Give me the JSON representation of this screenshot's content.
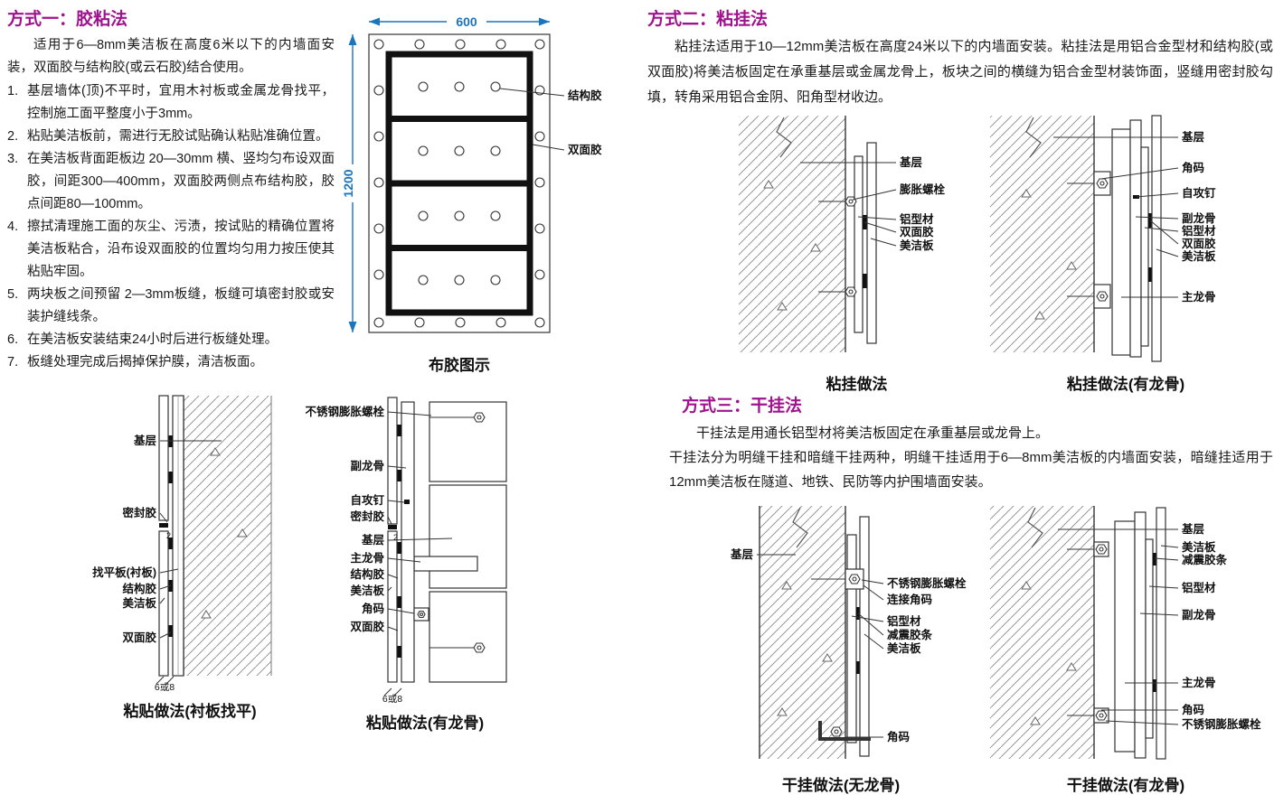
{
  "colors": {
    "heading": "#a0138e",
    "dimension": "#1b75bc"
  },
  "method1": {
    "title": "方式一：胶粘法",
    "intro": "适用于6—8mm美洁板在高度6米以下的内墙面安装，双面胶与结构胶(或云石胶)结合使用。",
    "steps": [
      {
        "n": "1.",
        "t": "基层墙体(顶)不平时，宜用木衬板或金属龙骨找平，控制施工面平整度小于3mm。"
      },
      {
        "n": "2.",
        "t": "粘贴美洁板前，需进行无胶试贴确认粘贴准确位置。"
      },
      {
        "n": "3.",
        "t": "在美洁板背面距板边 20—30mm 横、竖均匀布设双面胶，间距300—400mm，双面胶两侧点布结构胶，胶点间距80—100mm。"
      },
      {
        "n": "4.",
        "t": "擦拭清理施工面的灰尘、污渍，按试贴的精确位置将美洁板粘合，沿布设双面胶的位置均匀用力按压使其粘贴牢固。"
      },
      {
        "n": "5.",
        "t": "两块板之间预留 2—3mm板缝，板缝可填密封胶或安装护缝线条。"
      },
      {
        "n": "6.",
        "t": "在美洁板安装结束24小时后进行板缝处理。"
      },
      {
        "n": "7.",
        "t": "板缝处理完成后揭掉保护膜，清洁板面。"
      }
    ]
  },
  "method2": {
    "title": "方式二：粘挂法",
    "body": "粘挂法适用于10—12mm美洁板在高度24米以下的内墙面安装。粘挂法是用铝合金型材和结构胶(或双面胶)将美洁板固定在承重基层或金属龙骨上，板块之间的横缝为铝合金型材装饰面，竖缝用密封胶勾填，转角采用铝合金阴、阳角型材收边。"
  },
  "method3": {
    "title": "方式三：干挂法",
    "body1": "干挂法是用通长铝型材将美洁板固定在承重基层或龙骨上。",
    "body2": "干挂法分为明缝干挂和暗缝干挂两种，明缝干挂适用于6—8mm美洁板的内墙面安装，暗缝挂适用于12mm美洁板在隧道、地铁、民防等内护围墙面安装。"
  },
  "glue_diagram": {
    "caption": "布胶图示",
    "dim_width": "600",
    "dim_height": "1200",
    "labels": {
      "structural": "结构胶",
      "tape": "双面胶"
    }
  },
  "fig_paste_liner": {
    "caption": "粘贴做法(衬板找平)",
    "labels": [
      "基层",
      "密封胶",
      "找平板(衬板)",
      "结构胶",
      "美洁板",
      "双面胶"
    ],
    "dim": "2",
    "note": "6或8"
  },
  "fig_paste_keel": {
    "caption": "粘贴做法(有龙骨)",
    "labels": [
      "不锈钢膨胀螺栓",
      "副龙骨",
      "自攻钉",
      "密封胶",
      "基层",
      "主龙骨",
      "结构胶",
      "美洁板",
      "角码",
      "双面胶"
    ],
    "dim": "2",
    "note": "6或8"
  },
  "fig_hang": {
    "caption": "粘挂做法",
    "labels": [
      "基层",
      "膨胀螺栓",
      "铝型材",
      "双面胶",
      "美洁板"
    ]
  },
  "fig_hang_keel": {
    "caption": "粘挂做法(有龙骨)",
    "labels": [
      "基层",
      "角码",
      "自攻钉",
      "副龙骨",
      "铝型材",
      "双面胶",
      "美洁板",
      "主龙骨"
    ]
  },
  "fig_dry_nokeel": {
    "caption": "干挂做法(无龙骨)",
    "labels": [
      "基层",
      "不锈钢膨胀螺栓",
      "连接角码",
      "铝型材",
      "减震胶条",
      "美洁板",
      "角码"
    ]
  },
  "fig_dry_keel": {
    "caption": "干挂做法(有龙骨)",
    "labels": [
      "基层",
      "美洁板",
      "减震胶条",
      "铝型材",
      "副龙骨",
      "主龙骨",
      "角码",
      "不锈钢膨胀螺栓"
    ]
  }
}
